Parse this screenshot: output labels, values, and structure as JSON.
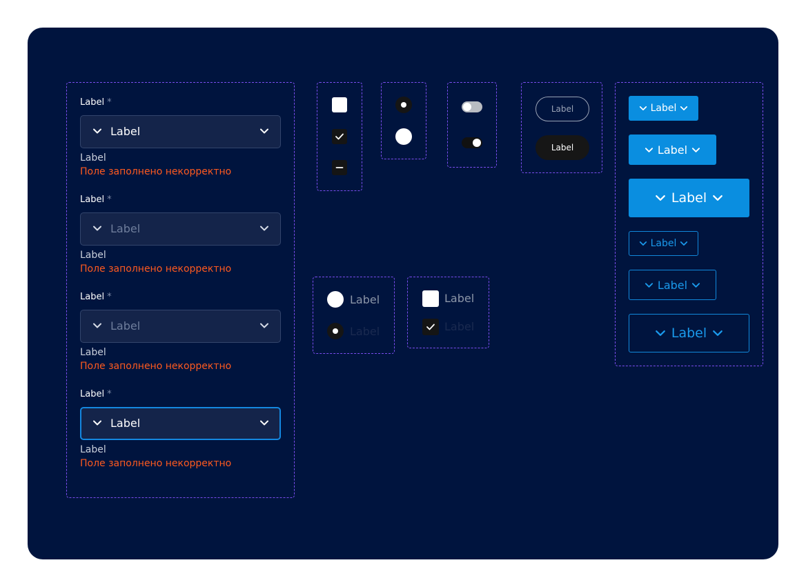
{
  "fields": [
    {
      "label": "Label",
      "required_mark": "*",
      "value": "Label",
      "state": "default",
      "hint": "Label",
      "error": "Поле заполнено некорректно"
    },
    {
      "label": "Label",
      "required_mark": "*",
      "value": "Label",
      "state": "placeholder",
      "hint": "Label",
      "error": "Поле заполнено некорректно"
    },
    {
      "label": "Label",
      "required_mark": "*",
      "value": "Label",
      "state": "disabled",
      "hint": "Label",
      "error": "Поле заполнено некорректно"
    },
    {
      "label": "Label",
      "required_mark": "*",
      "value": "Label",
      "state": "focused",
      "hint": "Label",
      "error": "Поле заполнено некорректно"
    }
  ],
  "checkboxes": [
    "unchecked",
    "checked",
    "indeterminate"
  ],
  "radios": [
    "selected",
    "unselected"
  ],
  "toggles": [
    "off",
    "on"
  ],
  "pills": {
    "outline": "Label",
    "filled": "Label"
  },
  "radio_options": [
    {
      "label": "Label",
      "selected": false
    },
    {
      "label": "Label",
      "selected": true
    }
  ],
  "checkbox_options": [
    {
      "label": "Label",
      "checked": false
    },
    {
      "label": "Label",
      "checked": true
    }
  ],
  "buttons": [
    {
      "label": "Label",
      "variant": "filled",
      "size": "small"
    },
    {
      "label": "Label",
      "variant": "filled",
      "size": "medium"
    },
    {
      "label": "Label",
      "variant": "filled",
      "size": "large"
    },
    {
      "label": "Label",
      "variant": "outline",
      "size": "small"
    },
    {
      "label": "Label",
      "variant": "outline",
      "size": "medium"
    },
    {
      "label": "Label",
      "variant": "outline",
      "size": "large"
    }
  ],
  "colors": {
    "background": "#00143e",
    "accent": "#0a8ee0",
    "error": "#ff5a1f",
    "dashed_border": "#7b4df0"
  }
}
